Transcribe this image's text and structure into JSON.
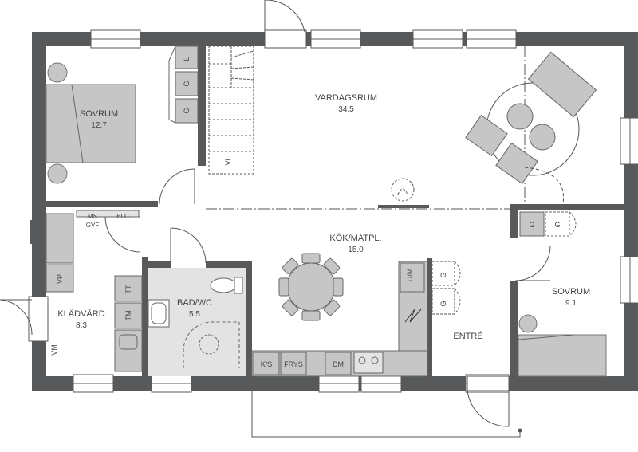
{
  "rooms": {
    "sovrum1": {
      "name": "SOVRUM",
      "area": "12.7"
    },
    "vardagsrum": {
      "name": "VARDAGSRUM",
      "area": "34.5"
    },
    "kok": {
      "name": "KÖK/MATPL.",
      "area": "15.0"
    },
    "sovrum2": {
      "name": "SOVRUM",
      "area": "9.1"
    },
    "kladvard": {
      "name": "KLÄDVÅRD",
      "area": "8.3"
    },
    "badwc": {
      "name": "BAD/WC",
      "area": "5.5"
    },
    "entre": {
      "name": "ENTRÉ"
    }
  },
  "fixtures": {
    "wardrobe_l": "L",
    "wardrobe_g": "G",
    "stair": "VL",
    "ms": "MS",
    "gvf": "GVF",
    "elc": "ELC",
    "vp": "VP",
    "tt": "TT",
    "tm": "TM",
    "vm": "VM",
    "ks": "K/S",
    "frys": "FRYS",
    "dm": "DM",
    "um": "U/M",
    "g": "G"
  },
  "colors": {
    "wall": "#58595b",
    "furniture": "#c6c6c6",
    "wet_room": "#e3e3e3",
    "line": "#555555"
  }
}
